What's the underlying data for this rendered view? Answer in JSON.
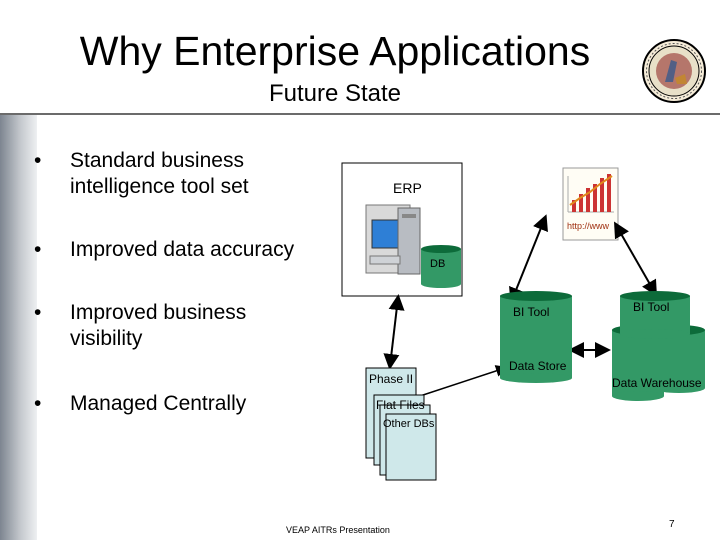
{
  "title": "Why Enterprise Applications",
  "subtitle": "Future State",
  "bullets": [
    {
      "line1": "Standard business",
      "line2": "intelligence tool set"
    },
    {
      "line1": "Improved data accuracy",
      "line2": ""
    },
    {
      "line1": "Improved business",
      "line2": "visibility"
    },
    {
      "line1": "Managed Centrally",
      "line2": ""
    }
  ],
  "diagram": {
    "erp_label": "ERP",
    "db_label": "DB",
    "bi_tool_1": "BI Tool",
    "bi_tool_2": "BI Tool",
    "data_store": "Data Store",
    "data_warehouse": "Data Warehouse",
    "phase_label": "Phase II",
    "flat_files": "Flat Files",
    "other_dbs": "Other DBs",
    "web_chart_caption": "http://www"
  },
  "colors": {
    "cylinder_green": "#339966",
    "cylinder_dark": "#0d6b3a",
    "doc_fill": "#cfe8ea"
  },
  "footer": "VEAP AITRs Presentation",
  "page_number": "7"
}
